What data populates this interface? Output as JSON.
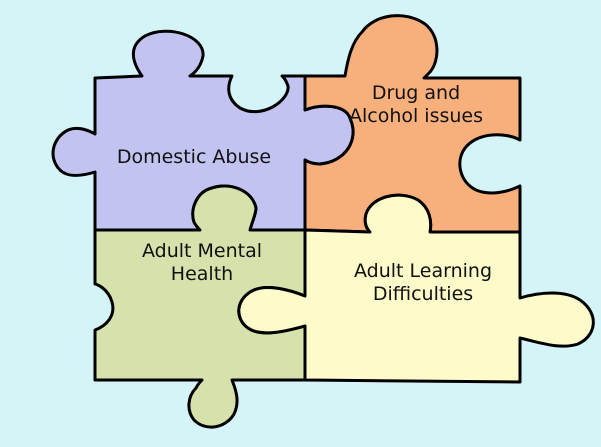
{
  "pieces": [
    {
      "id": "domestic-abuse",
      "lines": [
        "Domestic Abuse"
      ],
      "color": "#c3c3f2"
    },
    {
      "id": "drug-alcohol",
      "lines": [
        "Drug and",
        "Alcohol issues"
      ],
      "color": "#f7b07c"
    },
    {
      "id": "adult-mental-health",
      "lines": [
        "Adult Mental",
        "Health"
      ],
      "color": "#d6e2ab"
    },
    {
      "id": "adult-learning",
      "lines": [
        "Adult Learning",
        "Difficulties"
      ],
      "color": "#fdfbc9"
    }
  ],
  "background": "#d4f4f7"
}
